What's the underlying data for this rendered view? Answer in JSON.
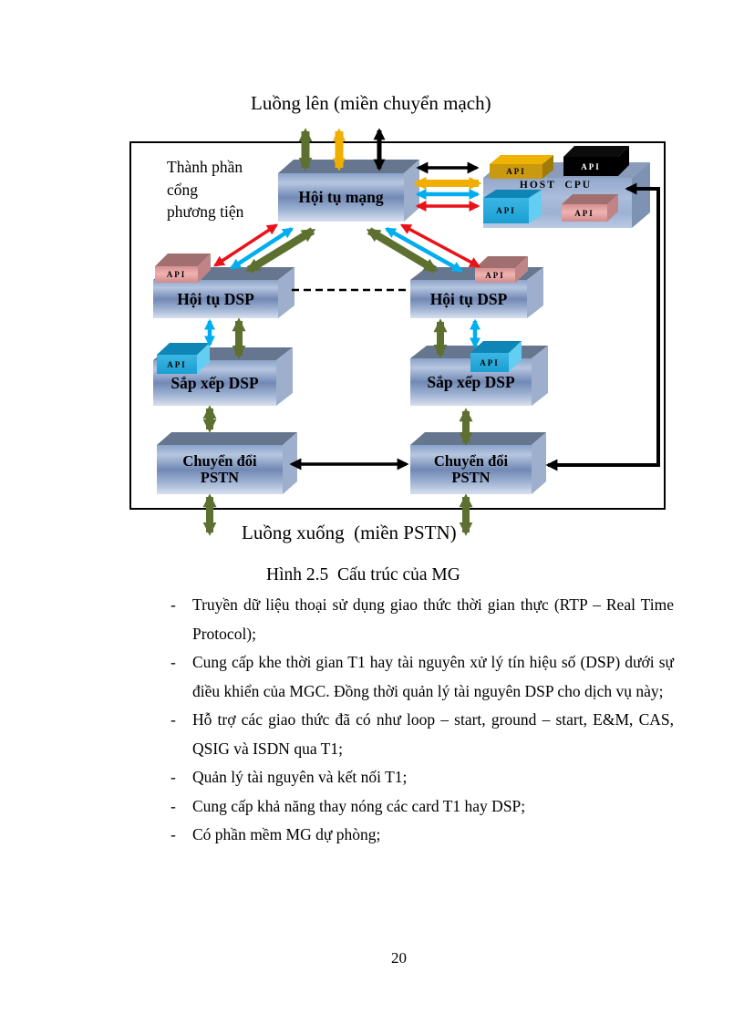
{
  "page": {
    "number": "20"
  },
  "figure": {
    "top_flow_label": "Luồng lên (miền chuyển mạch)",
    "bottom_flow_label": "Luồng xuống  (miền PSTN)",
    "caption": "Hình 2.5  Cấu trúc của MG",
    "media_gateway_label": "Thành phần\ncổng\nphương tiện",
    "api_label": "API",
    "boxes": {
      "network_convergence": "Hội tụ mạng",
      "host_cpu": "HOST  CPU",
      "dsp_convergence_left": "Hội tụ DSP",
      "dsp_convergence_right": "Hội tụ DSP",
      "dsp_arrangement_left": "Sắp xếp DSP",
      "dsp_arrangement_right": "Sắp xếp DSP",
      "pstn_conversion_left": "Chuyển đổi\nPSTN",
      "pstn_conversion_right": "Chuyển đổi\nPSTN"
    },
    "arrow_colors": {
      "olive": "#5d7030",
      "yellow": "#f0ae00",
      "cyan": "#00aeef",
      "red": "#e91219",
      "black": "#000000"
    }
  },
  "bullets_meta": {
    "marker": "-"
  },
  "bullets": [
    "Truyền dữ liệu thoại sử dụng giao thức thời gian thực (RTP – Real Time Protocol);",
    "Cung cấp khe thời gian T1 hay tài nguyên xử lý tín hiệu số (DSP) dưới sự điều khiển của MGC. Đồng thời quản lý tài nguyên DSP cho dịch vụ này;",
    "Hỗ trợ các giao thức đã có như loop – start, ground – start, E&M, CAS, QSIG và ISDN qua T1;",
    "Quản lý tài nguyên và kết nối T1;",
    "Cung cấp khả năng thay nóng các card T1 hay DSP;",
    "Có phần mềm MG dự phòng;"
  ]
}
